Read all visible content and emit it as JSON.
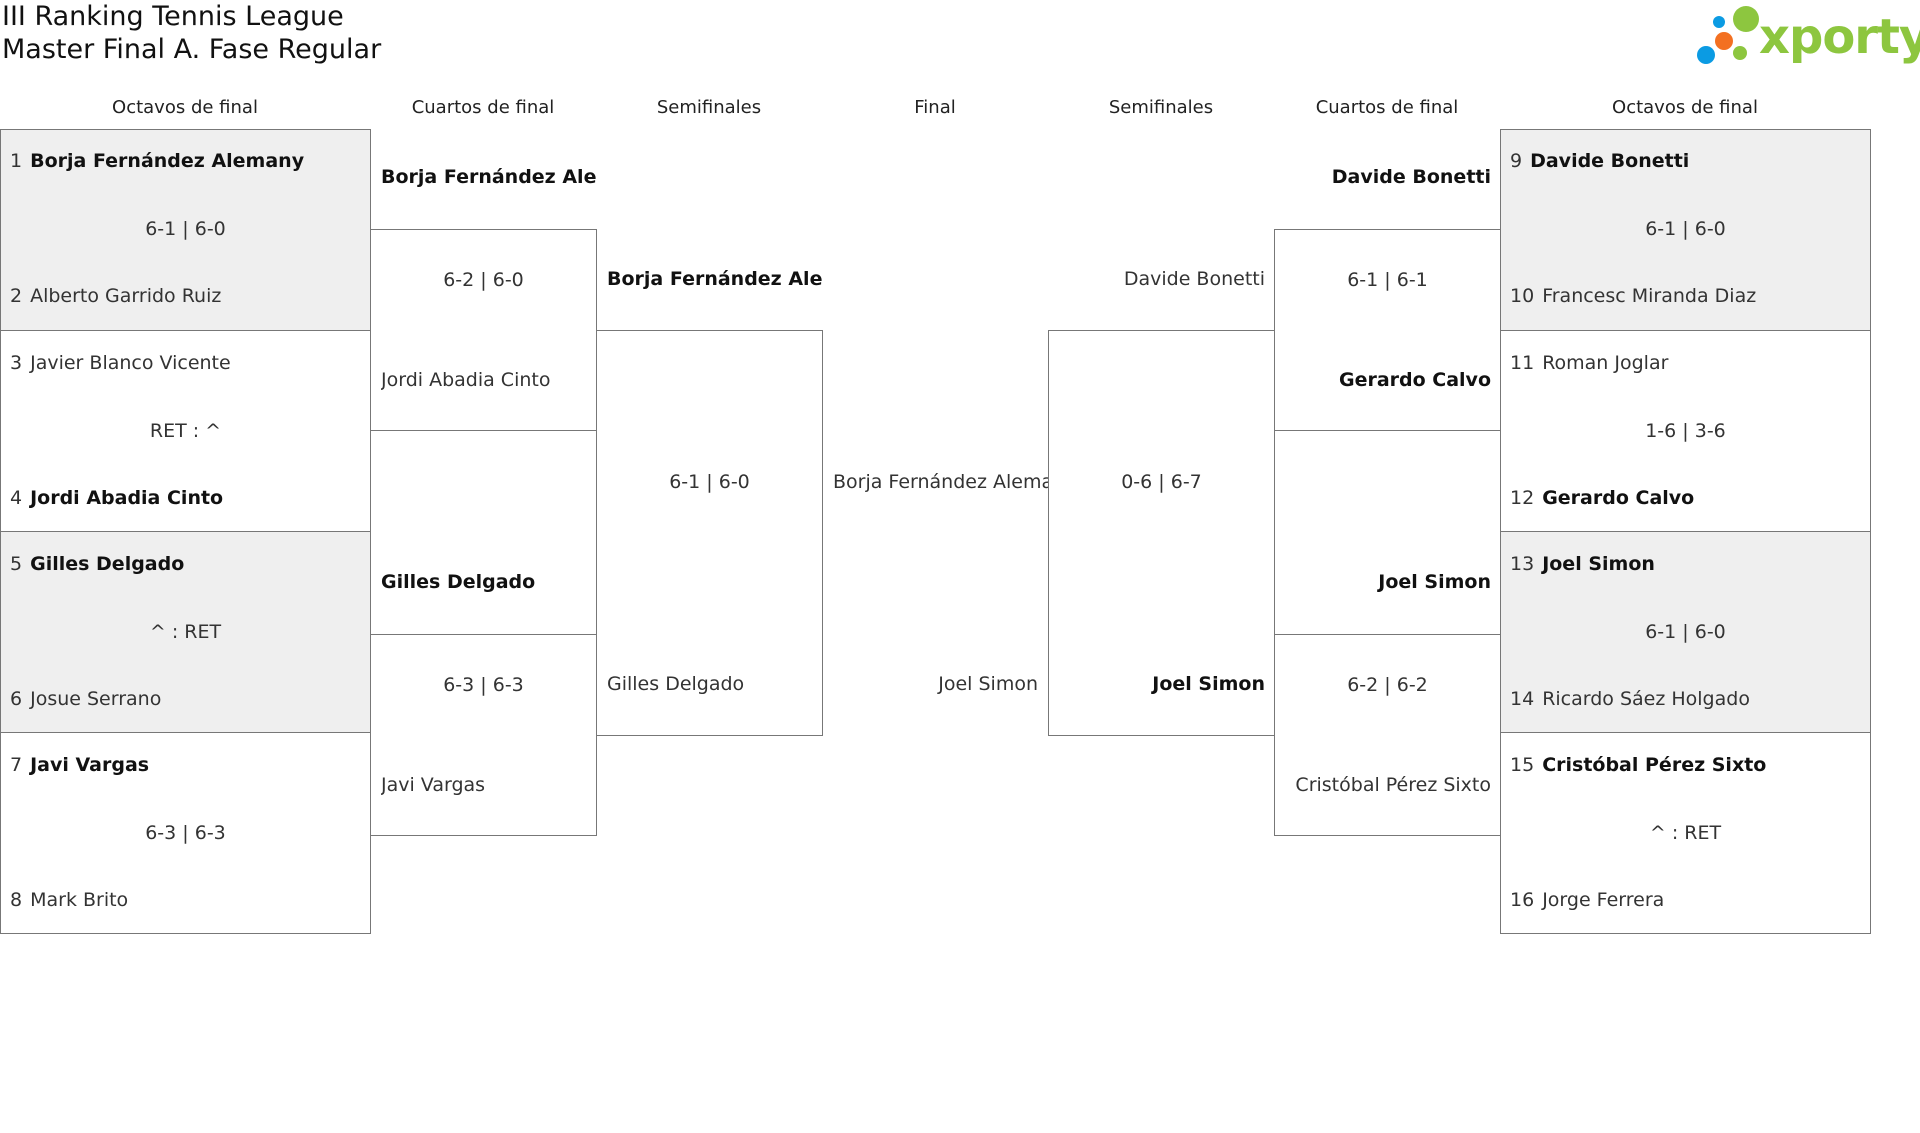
{
  "header": {
    "title_line1": "III Ranking Tennis League",
    "title_line2": "Master Final A. Fase Regular",
    "logo_text": "xporty",
    "logo_colors": [
      "#0b9be3",
      "#8dc63f",
      "#f37021"
    ]
  },
  "rounds": {
    "left_r16": "Octavos de final",
    "left_qf": "Cuartos de final",
    "left_sf": "Semifinales",
    "final": "Final",
    "right_sf": "Semifinales",
    "right_qf": "Cuartos de final",
    "right_r16": "Octavos de final"
  },
  "left_r16": [
    {
      "p1_seed": "1",
      "p1": "Borja Fernández Alemany",
      "score": "6-1 | 6-0",
      "p2_seed": "2",
      "p2": "Alberto Garrido Ruiz"
    },
    {
      "p1_seed": "3",
      "p1": "Javier Blanco Vicente",
      "score": "RET : ^",
      "p2_seed": "4",
      "p2": "Jordi Abadia Cinto"
    },
    {
      "p1_seed": "5",
      "p1": "Gilles Delgado",
      "score": "^ : RET",
      "p2_seed": "6",
      "p2": "Josue Serrano"
    },
    {
      "p1_seed": "7",
      "p1": "Javi Vargas",
      "score": "6-3 | 6-3",
      "p2_seed": "8",
      "p2": "Mark Brito"
    }
  ],
  "right_r16": [
    {
      "p1_seed": "9",
      "p1": "Davide Bonetti",
      "score": "6-1 | 6-0",
      "p2_seed": "10",
      "p2": "Francesc Miranda Diaz"
    },
    {
      "p1_seed": "11",
      "p1": "Roman Joglar",
      "score": "1-6 | 3-6",
      "p2_seed": "12",
      "p2": "Gerardo Calvo"
    },
    {
      "p1_seed": "13",
      "p1": "Joel Simon",
      "score": "6-1 | 6-0",
      "p2_seed": "14",
      "p2": "Ricardo Sáez Holgado"
    },
    {
      "p1_seed": "15",
      "p1": "Cristóbal Pérez Sixto",
      "score": "^ : RET",
      "p2_seed": "16",
      "p2": "Jorge Ferrera"
    }
  ],
  "left_qf": [
    {
      "p1": "Borja Fernández Alemany",
      "score": "6-2 | 6-0",
      "p2": "Jordi Abadia Cinto"
    },
    {
      "p1": "Gilles Delgado",
      "score": "6-3 | 6-3",
      "p2": "Javi Vargas"
    }
  ],
  "right_qf": [
    {
      "p1": "Davide Bonetti",
      "score": "6-1 | 6-1",
      "p2": "Gerardo Calvo"
    },
    {
      "p1": "Joel Simon",
      "score": "6-2 | 6-2",
      "p2": "Cristóbal Pérez Sixto"
    }
  ],
  "left_sf": {
    "p1": "Borja Fernández Alemany",
    "score": "6-1 | 6-0",
    "p2": "Gilles Delgado"
  },
  "right_sf": {
    "p1": "Davide Bonetti",
    "score": "0-6 | 6-7",
    "p2": "Joel Simon"
  },
  "final": {
    "p1": "Borja Fernández Alemany",
    "p2": "Joel Simon"
  }
}
